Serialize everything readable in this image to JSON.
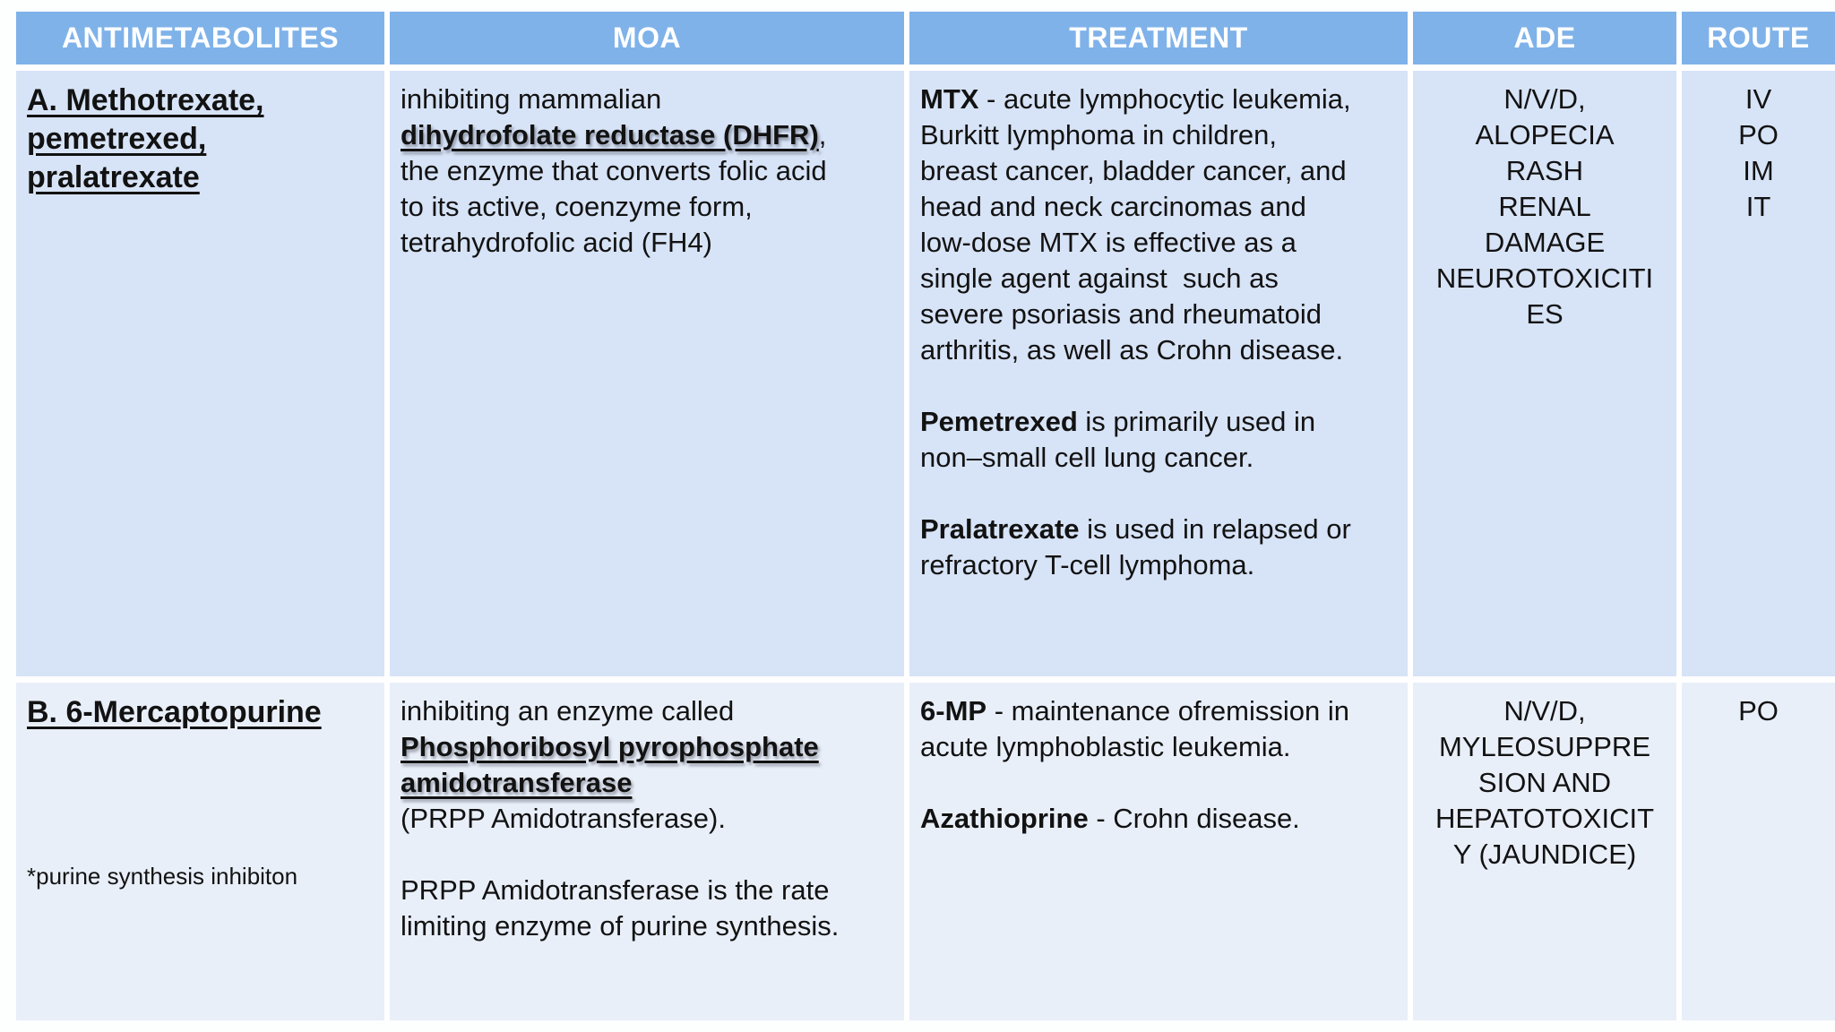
{
  "colors": {
    "header_bg": "#7FB2E9",
    "header_text": "#FFFFFF",
    "row_a_bg": "#D7E3F6",
    "row_b_bg": "#E9EFF9",
    "text": "#121212"
  },
  "table": {
    "header": {
      "columns": [
        "ANTIMETABOLITES",
        "MOA",
        "TREATMENT",
        "ADE",
        "ROUTE"
      ]
    },
    "rows": [
      {
        "id": "A",
        "cells": [
          {
            "align": "left",
            "blocks": [
              {
                "style": "heading",
                "segments": [
                  {
                    "text": "A. Methotrexate,\npemetrexed,\npralatrexate",
                    "bold": true,
                    "underline": true
                  }
                ]
              }
            ]
          },
          {
            "align": "left",
            "blocks": [
              {
                "style": "body",
                "segments": [
                  {
                    "text": "inhibiting mammalian\n"
                  },
                  {
                    "text": "dihydrofolate reductase (DHFR)",
                    "bold": true,
                    "underline": true,
                    "shadow": true
                  },
                  {
                    "text": ",\nthe enzyme that converts folic acid\nto its active, coenzyme form,\ntetrahydrofolic acid (FH4)"
                  }
                ]
              }
            ]
          },
          {
            "align": "left",
            "blocks": [
              {
                "style": "body",
                "segments": [
                  {
                    "text": "MTX",
                    "bold": true
                  },
                  {
                    "text": " - acute lymphocytic leukemia,\nBurkitt lymphoma in children,\nbreast cancer, bladder cancer, and\nhead and neck carcinomas and\nlow-dose MTX is effective as a\nsingle agent against  such as\nsevere psoriasis and rheumatoid\narthritis, as well as Crohn disease.\n\n"
                  },
                  {
                    "text": "Pemetrexed",
                    "bold": true
                  },
                  {
                    "text": " is primarily used in\nnon–small cell lung cancer.\n\n"
                  },
                  {
                    "text": "Pralatrexate",
                    "bold": true
                  },
                  {
                    "text": " is used in relapsed or\nrefractory T-cell lymphoma."
                  }
                ]
              }
            ]
          },
          {
            "align": "center",
            "blocks": [
              {
                "style": "body",
                "segments": [
                  {
                    "text": "N/V/D,\nALOPECIA\nRASH\nRENAL\nDAMAGE\nNEUROTOXICITI\nES"
                  }
                ]
              }
            ]
          },
          {
            "align": "center",
            "blocks": [
              {
                "style": "body",
                "segments": [
                  {
                    "text": "IV\nPO\nIM\nIT"
                  }
                ]
              }
            ]
          }
        ]
      },
      {
        "id": "B",
        "cells": [
          {
            "align": "left",
            "blocks": [
              {
                "style": "heading",
                "segments": [
                  {
                    "text": "B. 6-Mercaptopurine",
                    "bold": true,
                    "underline": true
                  }
                ]
              },
              {
                "style": "footnote",
                "segments": [
                  {
                    "text": "*purine synthesis inhibiton"
                  }
                ]
              }
            ]
          },
          {
            "align": "left",
            "blocks": [
              {
                "style": "body",
                "segments": [
                  {
                    "text": "inhibiting an enzyme called\n"
                  },
                  {
                    "text": "Phosphoribosyl pyrophosphate\namidotransferase",
                    "bold": true,
                    "underline": true,
                    "shadow": true
                  },
                  {
                    "text": "\n(PRPP Amidotransferase).\n\nPRPP Amidotransferase is the rate\nlimiting enzyme of purine synthesis."
                  }
                ]
              }
            ]
          },
          {
            "align": "left",
            "blocks": [
              {
                "style": "body",
                "segments": [
                  {
                    "text": "6-MP",
                    "bold": true
                  },
                  {
                    "text": " - maintenance ofremission in\nacute lymphoblastic leukemia.\n\n"
                  },
                  {
                    "text": "Azathioprine",
                    "bold": true
                  },
                  {
                    "text": " - Crohn disease."
                  }
                ]
              }
            ]
          },
          {
            "align": "center",
            "blocks": [
              {
                "style": "body",
                "segments": [
                  {
                    "text": "N/V/D,\nMYLEOSUPPRE\nSION AND\nHEPATOTOXICIT\nY (JAUNDICE)"
                  }
                ]
              }
            ]
          },
          {
            "align": "center",
            "blocks": [
              {
                "style": "body",
                "segments": [
                  {
                    "text": "PO"
                  }
                ]
              }
            ]
          }
        ]
      }
    ]
  }
}
